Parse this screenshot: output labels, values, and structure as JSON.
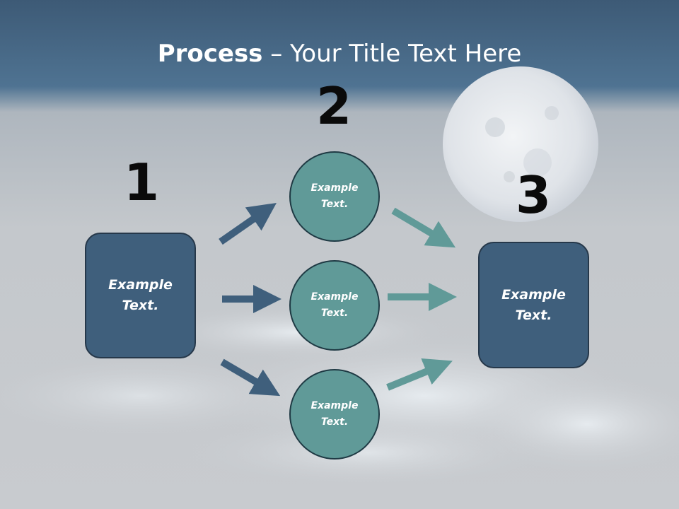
{
  "title": {
    "bold": "Process",
    "rest": " – Your Title Text Here"
  },
  "steps": [
    "1",
    "2",
    "3"
  ],
  "left_box": "Example Text.",
  "circles": [
    "Example Text.",
    "Example Text.",
    "Example Text."
  ],
  "right_box": "Example Text.",
  "colors": {
    "box_fill": "#3f5f7c",
    "circle_fill": "#609a98",
    "arrow_in": "#3f5f7c",
    "arrow_out": "#609a98",
    "header_band": "#4a6e8c"
  }
}
